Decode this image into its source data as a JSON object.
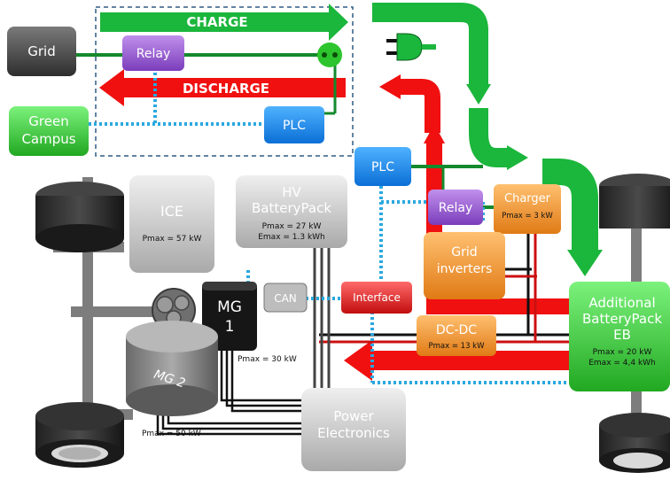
{
  "flows": {
    "charge": "CHARGE",
    "discharge": "DISCHARGE"
  },
  "blocks": {
    "grid": "Grid",
    "relay_top": "Relay",
    "green_campus_1": "Green",
    "green_campus_2": "Campus",
    "plc_top": "PLC",
    "plc_mid": "PLC",
    "relay_mid": "Relay",
    "charger": "Charger",
    "grid_inv_1": "Grid",
    "grid_inv_2": "inverters",
    "ice": "ICE",
    "hv_1": "HV",
    "hv_2": "BatteryPack",
    "mg1_1": "MG",
    "mg1_2": "1",
    "mg2": "MG 2",
    "can": "CAN",
    "interface": "Interface",
    "dcdc": "DC-DC",
    "eb_1": "Additional",
    "eb_2": "BatteryPack",
    "eb_3": "EB",
    "pe_1": "Power",
    "pe_2": "Electronics"
  },
  "specs": {
    "ice": "P<sub>max</sub> = 57 kW",
    "hv_p": "Pmax = 27 kW",
    "hv_e": "Emax = 1.3 kWh",
    "charger": "Pmax = 3 kW",
    "dcdc": "Pmax = 13 kW",
    "eb_p": "Pmax = 20 kW",
    "eb_e": "Emax = 4,4 kWh",
    "mg1": "Pmax = 30 kW",
    "mg2": "Pmax = 50 kW"
  },
  "colors": {
    "charge": "#1bb63c",
    "discharge": "#f01010",
    "gray_block": "#c8c8c8",
    "dark_block": "#555555",
    "plc": "#1e90ff",
    "relay": "#9b59d0",
    "charger": "#f39c3a",
    "green_block": "#3cc93c",
    "interface": "#e02020",
    "dotted": "#29a8e0"
  }
}
